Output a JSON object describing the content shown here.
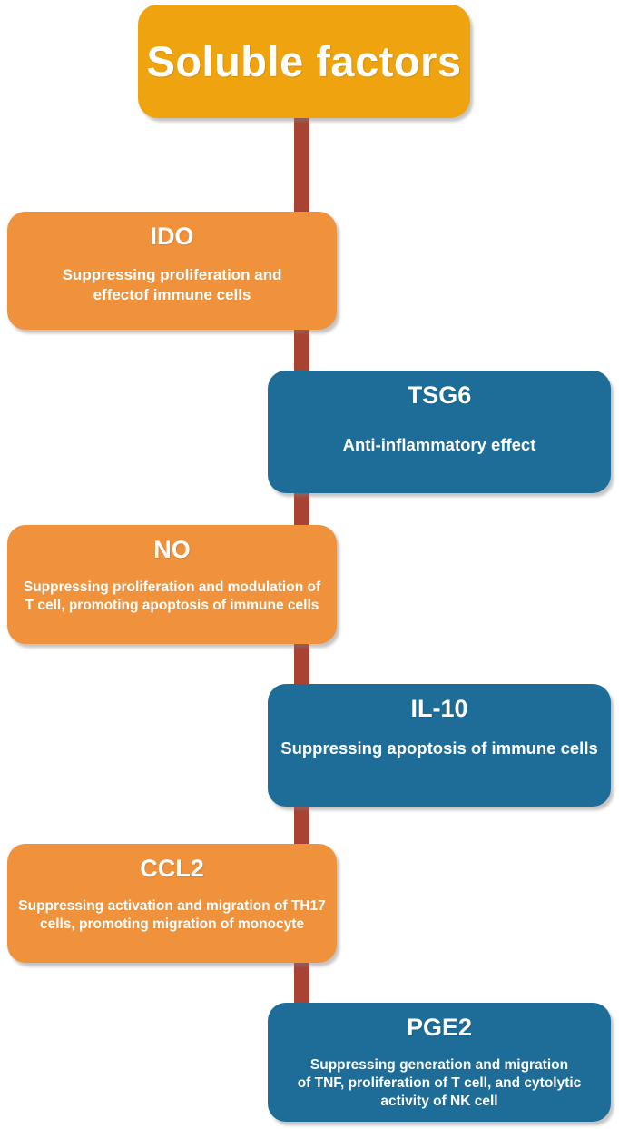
{
  "title": {
    "label": "Soluble factors"
  },
  "colors": {
    "title_orange": "#EFA30F",
    "orange": "#F0913C",
    "blue": "#1D6D98",
    "spine_red": "#A84334",
    "text": "#FFFFFF"
  },
  "factors": [
    {
      "name": "IDO",
      "description": "Suppressing proliferation and\neffectof immune cells",
      "side": "left",
      "color": "orange"
    },
    {
      "name": "TSG6",
      "description": "Anti-inflammatory effect",
      "side": "right",
      "color": "blue"
    },
    {
      "name": "NO",
      "description": "Suppressing proliferation and modulation of\nT cell, promoting apoptosis of immune cells",
      "side": "left",
      "color": "orange"
    },
    {
      "name": "IL-10",
      "description": "Suppressing apoptosis of immune cells",
      "side": "right",
      "color": "blue"
    },
    {
      "name": "CCL2",
      "description": "Suppressing activation and migration of TH17\ncells, promoting migration of monocyte",
      "side": "left",
      "color": "orange"
    },
    {
      "name": "PGE2",
      "description": "Suppressing generation and migration\nof TNF, proliferation of T cell, and cytolytic\nactivity of NK cell",
      "side": "right",
      "color": "blue"
    }
  ]
}
